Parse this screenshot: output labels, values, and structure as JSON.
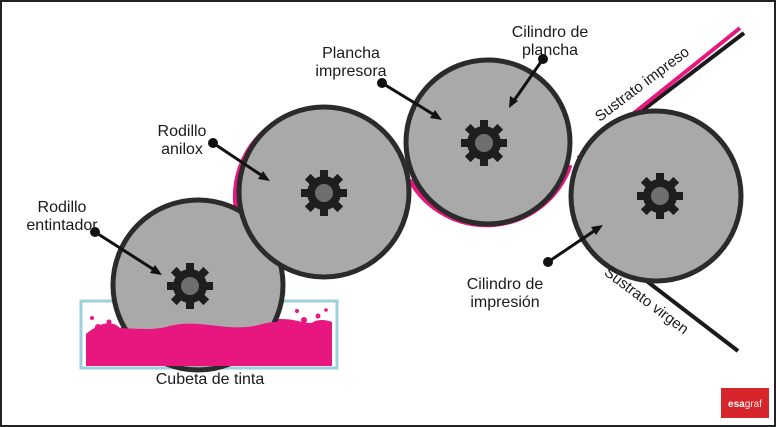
{
  "labels": {
    "rodillo_entintador": [
      "Rodillo",
      "entintador"
    ],
    "rodillo_anilox": [
      "Rodillo",
      "anilox"
    ],
    "plancha_impresora": [
      "Plancha",
      "impresora"
    ],
    "cilindro_plancha": [
      "Cilindro de",
      "plancha"
    ],
    "cilindro_impresion": [
      "Cilindro de",
      "impresión"
    ],
    "cubeta": "Cubeta de tinta",
    "sustrato_impreso": "Sustrato impreso",
    "sustrato_virgen": "Sustrato virgen"
  },
  "logo": {
    "part1": "esa",
    "part2": "graf"
  },
  "colors": {
    "ink": "#e8177f",
    "roller_fill": "#a9a9a9",
    "roller_stroke": "#2b2b2b",
    "gear": "#1e1e1e",
    "hub": "#6e6e6e",
    "tank_border": "#9ecfdc",
    "substrate": "#1a1a1a",
    "logo_bg": "#d8242b"
  }
}
